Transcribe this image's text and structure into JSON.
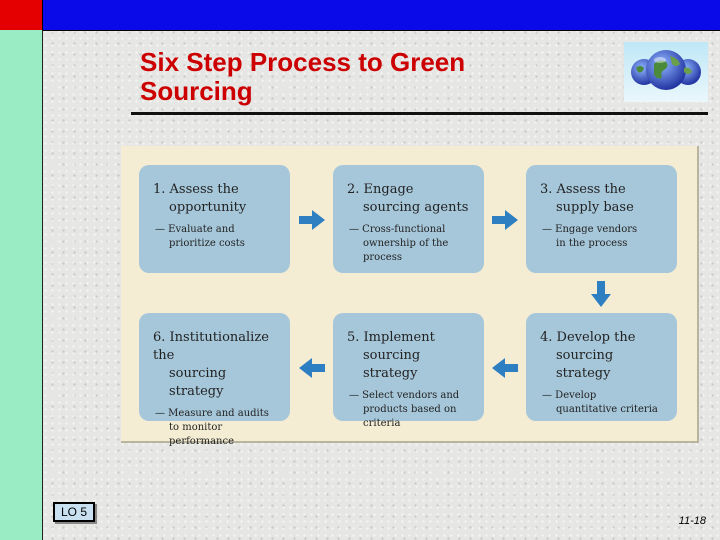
{
  "title": "Six Step Process to Green Sourcing",
  "lo_label": "LO 5",
  "page_number": "11-18",
  "colors": {
    "top_bar": "#0a0ae8",
    "corner": "#e40000",
    "left_bar": "#99ecc4",
    "title": "#cc0000",
    "box": "#a6c7da",
    "arrow": "#2e7fc2",
    "figure_bg": "#f4edd4"
  },
  "steps": [
    {
      "title_1": "1. Assess the",
      "title_2": "opportunity",
      "sub_1": "— Evaluate and",
      "sub_2": "prioritize costs",
      "sub_3": ""
    },
    {
      "title_1": "2. Engage",
      "title_2": "sourcing agents",
      "sub_1": "— Cross-functional",
      "sub_2": "ownership of the",
      "sub_3": "process"
    },
    {
      "title_1": "3. Assess the",
      "title_2": "supply base",
      "sub_1": "— Engage vendors",
      "sub_2": "in the process",
      "sub_3": ""
    },
    {
      "title_1": "4. Develop the",
      "title_2": "sourcing strategy",
      "sub_1": "— Develop",
      "sub_2": "quantitative criteria",
      "sub_3": ""
    },
    {
      "title_1": "5. Implement",
      "title_2": "sourcing strategy",
      "sub_1": "— Select vendors and",
      "sub_2": "products based on",
      "sub_3": "criteria"
    },
    {
      "title_1": "6. Institutionalize the",
      "title_2": "sourcing strategy",
      "sub_1": "— Measure and audits",
      "sub_2": "to monitor",
      "sub_3": "performance"
    }
  ]
}
